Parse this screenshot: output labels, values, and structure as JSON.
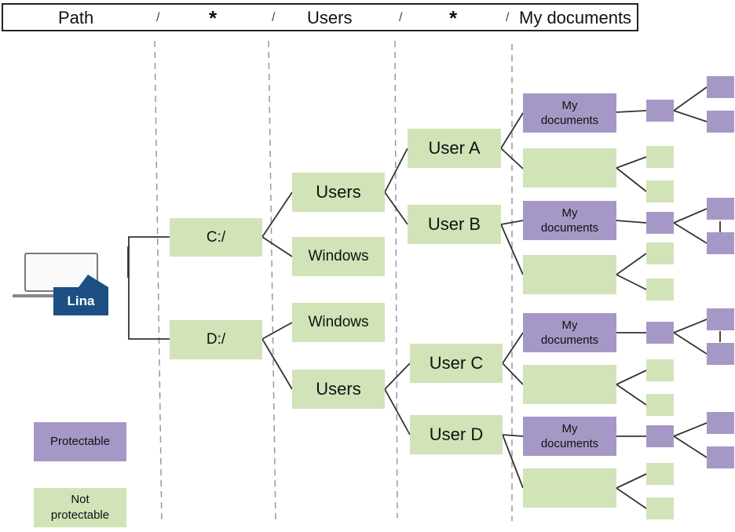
{
  "path_bar": {
    "segments": [
      "Path",
      "*",
      "Users",
      "*",
      "My documents"
    ],
    "separator": "/"
  },
  "root": {
    "logo_label": "Lina"
  },
  "drives": [
    "C:/",
    "D:/"
  ],
  "c_children": [
    "Users",
    "Windows"
  ],
  "d_children": [
    "Windows",
    "Users"
  ],
  "users": [
    "User A",
    "User B",
    "User C",
    "User D"
  ],
  "folders": {
    "my_documents": "My documents"
  },
  "legend": {
    "protectable": "Protectable",
    "not_protectable": "Not protectable"
  },
  "colors": {
    "protectable": "#a698c6",
    "not_protectable": "#d1e3b7",
    "logo": "#1b4f84"
  }
}
